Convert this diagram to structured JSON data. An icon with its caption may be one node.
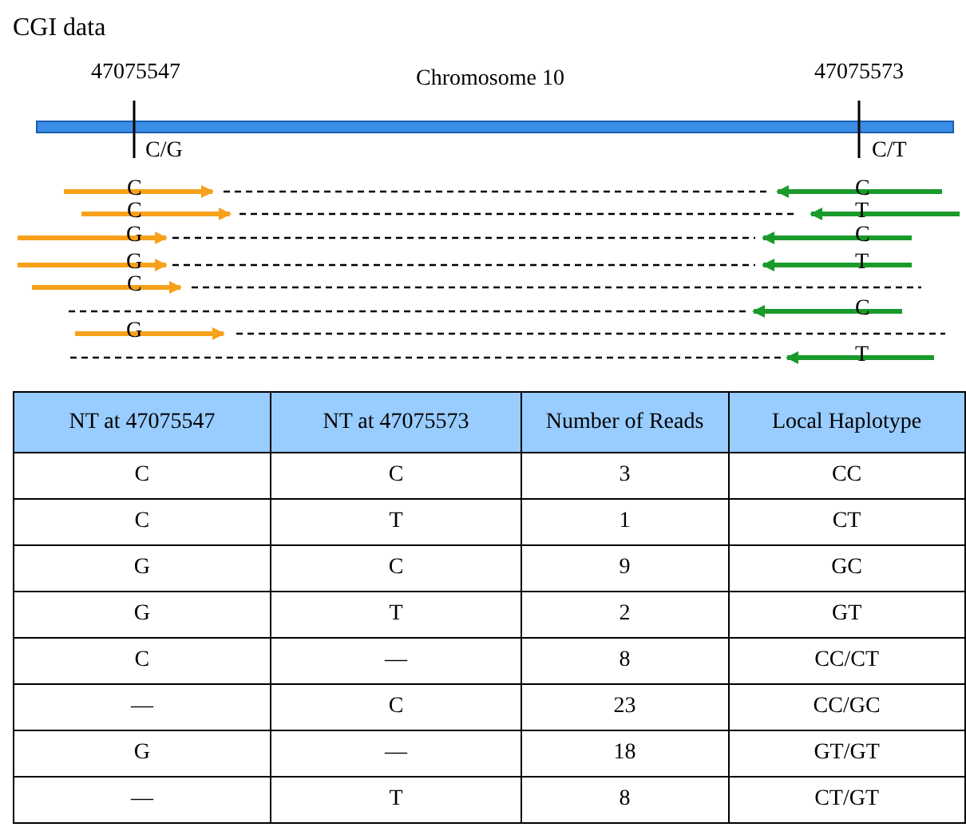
{
  "diagram": {
    "title": "CGI data",
    "labels": [
      "47075547",
      "Chromosome 10",
      "47075573",
      "C/G",
      "C/T",
      "C",
      "C",
      "C",
      "T",
      "G",
      "C",
      "G",
      "T",
      "C",
      "C",
      "G",
      "T",
      "NT at 47075547",
      "NT at 47075573",
      "Number of Reads",
      "Local Haplotype",
      "C",
      "C",
      "3",
      "CC",
      "C",
      "T",
      "1",
      "CT",
      "G",
      "C",
      "9",
      "GC",
      "G",
      "T",
      "2",
      "GT",
      "C",
      "—",
      "8",
      "CC/CT",
      "—",
      "C",
      "23",
      "CC/GC",
      "G",
      "—",
      "18",
      "GT/GT",
      "—",
      "T",
      "8",
      "CT/GT"
    ]
  }
}
